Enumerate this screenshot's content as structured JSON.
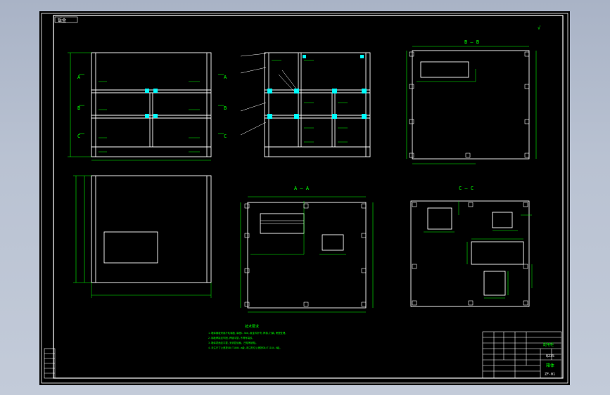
{
  "drawing": {
    "top_left_tag": "钣金",
    "roughness_mark": "√",
    "section_labels": {
      "bb": "B — B",
      "aa": "A — A",
      "cc": "C — C"
    },
    "side_view_labels": [
      "A",
      "B",
      "C"
    ],
    "tech_requirements_title": "技术要求",
    "tech_requirements_lines": [
      "1.箱体钢板采用冷轧钢板,厚度1.5mm,钣金件折弯,焊接,打磨,喷塑处理。",
      "2.钢板焊接应牢固,焊缝平整,不得有裂纹。",
      "3.箱体表面应平整,无明显划痕、凹陷等缺陷。",
      "4.未注尺寸公差按GB/T1804-m级,未注形位公差按GB/T1184-K级。"
    ]
  },
  "title_block": {
    "part_name": "箱体",
    "drawing_no": "ZF-01",
    "company": "配电柜",
    "material": "Q235"
  },
  "colors": {
    "background_gradient_top": "#a9b3c6",
    "canvas": "#000000",
    "frame": "#ffffff",
    "dimension": "#00ff00",
    "annotation_cyan": "#00ffff",
    "outline": "#ffffff"
  }
}
